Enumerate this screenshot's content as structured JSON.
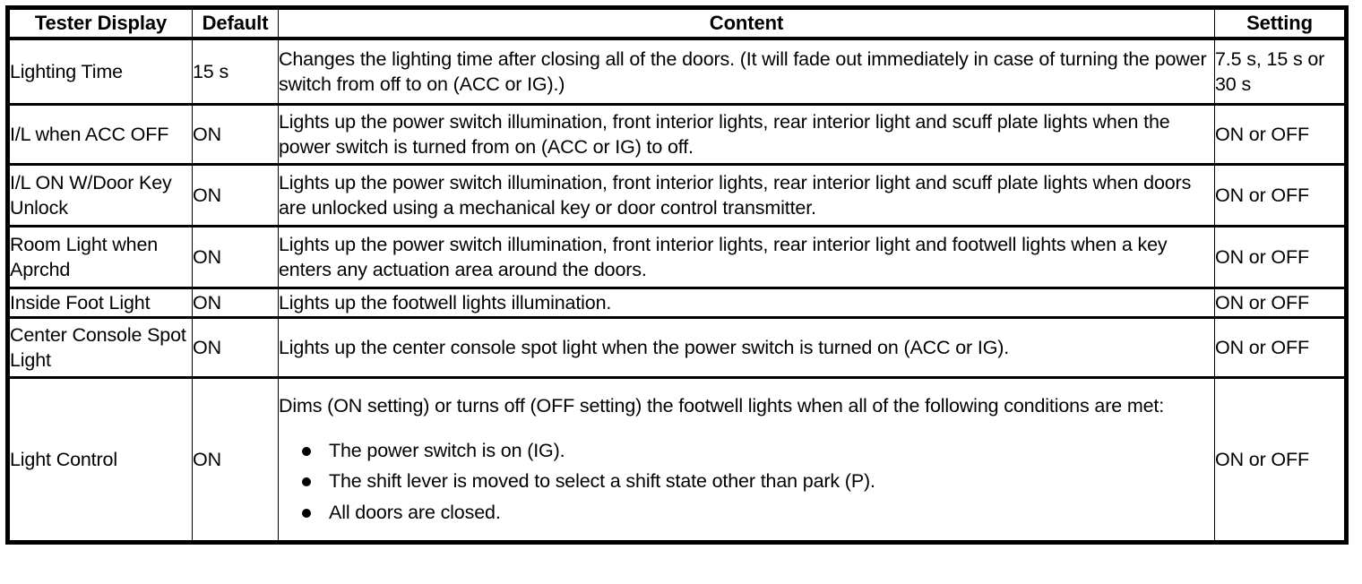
{
  "table": {
    "columns": [
      {
        "key": "tester_display",
        "label": "Tester Display",
        "align": "center"
      },
      {
        "key": "default",
        "label": "Default",
        "align": "center"
      },
      {
        "key": "content",
        "label": "Content",
        "align": "center"
      },
      {
        "key": "setting",
        "label": "Setting",
        "align": "center"
      }
    ],
    "rows": [
      {
        "tester_display": "Lighting Time",
        "default": "15 s",
        "content": "Changes the lighting time after closing all of the doors. (It will fade out immediately in case of turning the power switch from off to on (ACC or IG).)",
        "setting": "7.5 s, 15 s or 30 s"
      },
      {
        "tester_display": "I/L when ACC OFF",
        "default": "ON",
        "content": "Lights up the power switch illumination, front interior lights, rear interior light and scuff plate lights when the power switch is turned from on (ACC or IG) to off.",
        "setting": "ON or OFF"
      },
      {
        "tester_display": "I/L ON W/Door Key Unlock",
        "default": "ON",
        "content": "Lights up the power switch illumination, front interior lights, rear interior light and scuff plate lights when doors are unlocked using a mechanical key or door control transmitter.",
        "setting": "ON or OFF"
      },
      {
        "tester_display": "Room Light when Aprchd",
        "default": "ON",
        "content": "Lights up the power switch illumination, front interior lights, rear interior light and footwell lights when a key enters any actuation area around the doors.",
        "setting": "ON or OFF"
      },
      {
        "tester_display": "Inside Foot Light",
        "default": "ON",
        "content": "Lights up the footwell lights illumination.",
        "setting": "ON or OFF"
      },
      {
        "tester_display": "Center Console Spot Light",
        "default": "ON",
        "content": "Lights up the center console spot light when the power switch is turned on (ACC or IG).",
        "setting": "ON or OFF"
      },
      {
        "tester_display": "Light Control",
        "default": "ON",
        "content": "Dims (ON setting) or turns off (OFF setting) the footwell lights when all of the following conditions are met:",
        "bullets": [
          "The power switch is on (IG).",
          "The shift lever is moved to select a shift state other than park (P).",
          "All doors are closed."
        ],
        "setting": "ON or OFF"
      }
    ]
  },
  "colors": {
    "text": "#000000",
    "background": "#ffffff",
    "border": "#000000"
  }
}
